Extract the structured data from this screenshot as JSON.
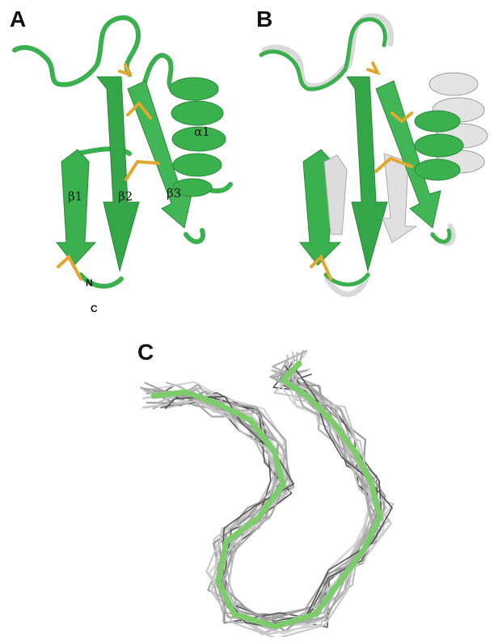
{
  "panels": {
    "a": {
      "letter": "A",
      "labels": {
        "alpha1": "α1",
        "beta1": "β1",
        "beta2": "β2",
        "beta3": "β3",
        "n_term": "N",
        "c_term": "C"
      }
    },
    "b": {
      "letter": "B"
    },
    "c": {
      "letter": "C"
    }
  },
  "colors": {
    "ribbon_green": "#3bb04f",
    "ribbon_green_dark": "#2b8a3c",
    "ribbon_white": "#d9d9d9",
    "disulfide": "#e2a72e",
    "ensemble_grey": "#b5b5b5",
    "ensemble_dark": "#555555",
    "tube_green": "#7ccc6c"
  }
}
